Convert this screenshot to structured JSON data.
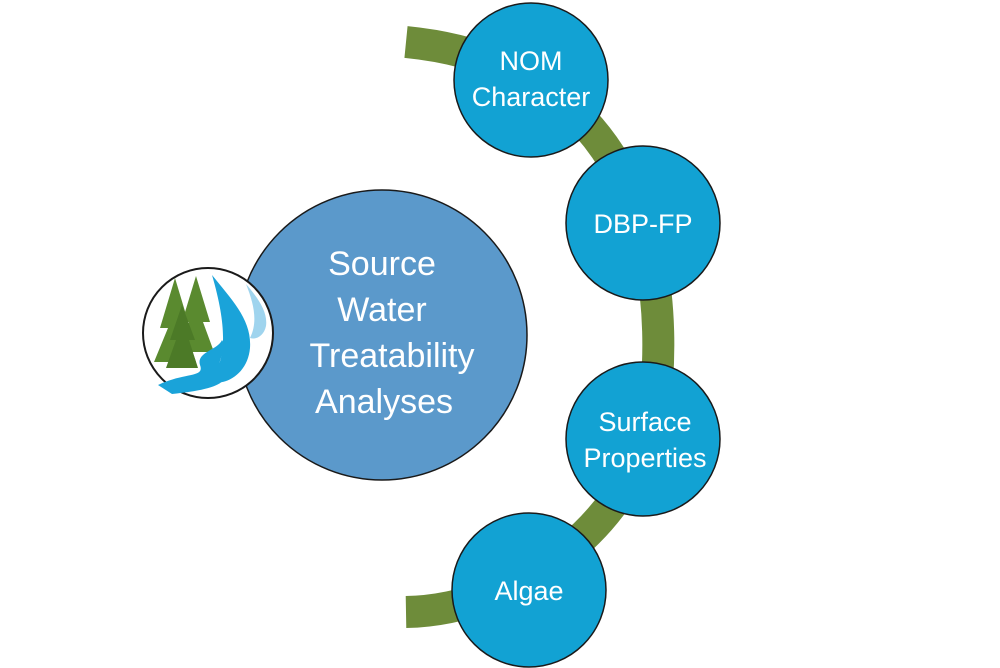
{
  "colors": {
    "arc": "#6e8c3a",
    "node_fill": "#12a2d3",
    "main_fill": "#5b99cb",
    "outline": "#1a1a1a",
    "tree_green": "#5a8a2f",
    "water_blue": "#1aa3d9",
    "water_light": "#9fd4ee"
  },
  "main": {
    "line1": "Source",
    "line2": "Water",
    "line3": "Treatability",
    "line4": "Analyses"
  },
  "logo": {
    "icon": "forest-water-logo"
  },
  "nodes": {
    "nom": {
      "line1": "NOM",
      "line2": "Character"
    },
    "dbp": {
      "label": "DBP-FP"
    },
    "surface": {
      "line1": "Surface",
      "line2": "Properties"
    },
    "algae": {
      "label": "Algae"
    }
  }
}
